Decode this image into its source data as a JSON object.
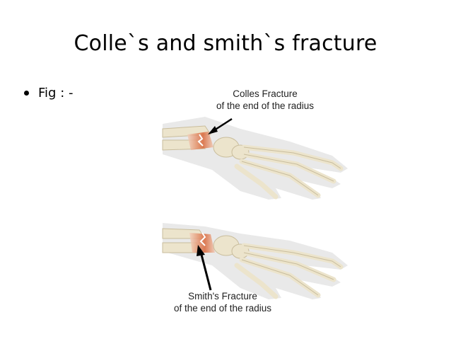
{
  "slide": {
    "title": "Colle`s and smith`s fracture",
    "bullet": "Fig : -"
  },
  "figure": {
    "colles_caption_line1": "Colles Fracture",
    "colles_caption_line2": "of the end of the radius",
    "smith_caption_line1": "Smith's Fracture",
    "smith_caption_line2": "of the end of the radius"
  },
  "colors": {
    "bone": "#ece4cc",
    "bone_outline": "#c9bd9c",
    "skin": "#e6e6e6",
    "fracture": "#d9673a"
  }
}
